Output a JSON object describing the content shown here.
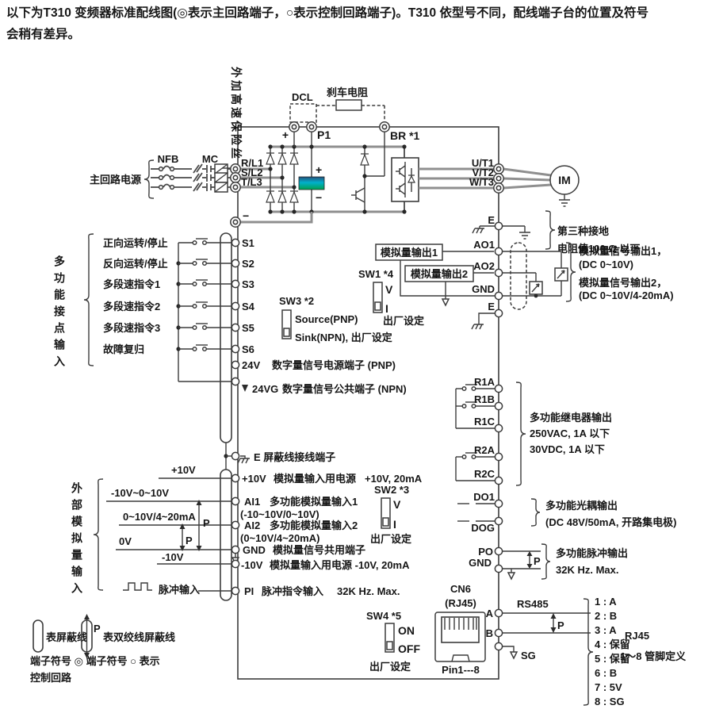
{
  "header": {
    "line1": "以下为T310 变频器标准配线图(◎表示主回路端子，○表示控制回路端子)。T310 依型号不同，配线端子台的位置及符号",
    "line2": "会稍有差异。"
  },
  "colors": {
    "wire": "#3c3c3c",
    "power_wire": "#8f8f8f",
    "cap_top": "#27507c",
    "cap_mid": "#00b0cc",
    "cap_bot": "#00a14e"
  },
  "power": {
    "source_label": "主回路电源",
    "nfb": "NFB",
    "mc": "MC",
    "fuse_vertical": "外加高速保险丝",
    "dcl": "DCL",
    "brake_res": "刹车电阻",
    "plus": "+",
    "minus": "-",
    "p1": "P1",
    "br": "BR *1",
    "cap_plus": "+",
    "cap_minus": "−",
    "r": "R/L1",
    "s": "S/L2",
    "t": "T/L3",
    "u": "U/T1",
    "v": "V/T2",
    "w": "W/T3",
    "motor": "IM",
    "e": "E",
    "gnd_note1": "第三种接地",
    "gnd_note2": "电阻值100 Ω 以下"
  },
  "din": {
    "group": "多功能接点输入",
    "rows": [
      {
        "label": "正向运转/停止",
        "t": "S1"
      },
      {
        "label": "反向运转/停止",
        "t": "S2"
      },
      {
        "label": "多段速指令1",
        "t": "S3"
      },
      {
        "label": "多段速指令2",
        "t": "S4"
      },
      {
        "label": "多段速指令3",
        "t": "S5"
      },
      {
        "label": "故障复归",
        "t": "S6"
      }
    ],
    "v24": "24V",
    "v24_desc": "数字量信号电源端子 (PNP)",
    "v24g": "24VG",
    "v24g_desc": "数字量信号公共端子 (NPN)",
    "sw3": "SW3 *2",
    "sw3_top": "Source(PNP)",
    "sw3_bot": "Sink(NPN), 出厂设定"
  },
  "aout": {
    "tag1": "模拟量输出1",
    "tag2": "模拟量输出2",
    "sw1": "SW1 *4",
    "v": "V",
    "i": "I",
    "factory": "出厂设定",
    "ao1": "AO1",
    "ao2": "AO2",
    "gnd": "GND",
    "e": "E",
    "d1": "模拟量信号输出1，",
    "d2": "(DC 0~10V)",
    "d3": "模拟量信号输出2，",
    "d4": "(DC 0~10V/4-20mA)"
  },
  "relay": {
    "r1a": "R1A",
    "r1b": "R1B",
    "r1c": "R1C",
    "r2a": "R2A",
    "r2c": "R2C",
    "d1": "多功能继电器输出",
    "d2": "250VAC, 1A 以下",
    "d3": "30VDC, 1A 以下"
  },
  "eshield": {
    "label": "E 屏蔽线接线端子"
  },
  "ain": {
    "group": "外部模拟量输入",
    "p10_src": "+10V",
    "ai1_src": "-10V~0~10V",
    "ai2_src": "0~10V/4~20mA",
    "gnd_src": "0V",
    "n10_src": "-10V",
    "p10": "+10V",
    "p10_desc": "模拟量输入用电源",
    "p10_spec": "+10V, 20mA",
    "sw2": "SW2 *3",
    "v": "V",
    "i": "I",
    "factory": "出厂设定",
    "ai1": "AI1",
    "ai1_desc": "多功能模拟量输入1",
    "ai1_rng": "(-10~10V/0~10V)",
    "ai2": "AI2",
    "ai2_desc": "多功能模拟量输入2",
    "ai2_rng": "(0~10V/4~20mA)",
    "gnd": "GND",
    "gnd_desc": "模拟量信号共用端子",
    "n10": "-10V",
    "n10_desc": "模拟量输入用电源 -10V, 20mA",
    "pulse": "脉冲输入",
    "pi": "PI",
    "pi_desc": "脉冲指令输入",
    "pi_spec": "32K Hz. Max.",
    "p": "P"
  },
  "dout": {
    "do1": "DO1",
    "dog": "DOG",
    "d1": "多功能光耦输出",
    "d2": "(DC 48V/50mA, 开路集电极)",
    "po": "PO",
    "gnd": "GND",
    "p1d": "多功能脉冲输出",
    "p2d": "32K Hz. Max.",
    "p": "P"
  },
  "comm": {
    "cn6": "CN6",
    "rj45": "(RJ45)",
    "sw4": "SW4 *5",
    "on": "ON",
    "off": "OFF",
    "factory": "出厂设定",
    "pin18": "Pin1---8",
    "rs485": "RS485",
    "a": "A",
    "b": "B",
    "sg": "SG",
    "p": "P",
    "pins": [
      "1 : A",
      "2 : B",
      "3 : A",
      "4 : 保留",
      "5 : 保留",
      "6 : B",
      "7 : 5V",
      "8 : SG"
    ],
    "def1": "RJ45",
    "def2": "1～8 管脚定义"
  },
  "legend": {
    "shield": "表屏蔽线",
    "p": "P",
    "twisted": "表双绞线屏蔽线",
    "row2": "端子符号 ◎ 端子符号 ○ 表示",
    "row3": "控制回路"
  }
}
